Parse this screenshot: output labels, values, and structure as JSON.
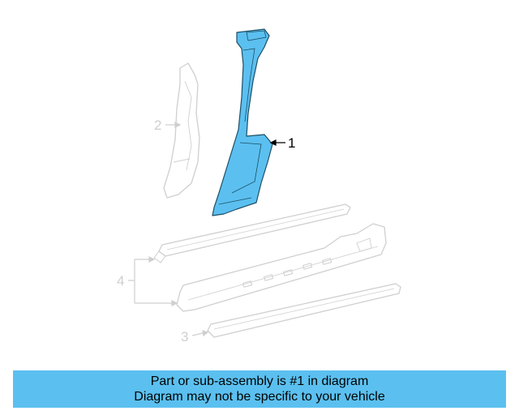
{
  "diagram": {
    "callouts": [
      {
        "id": "1",
        "label": "1"
      },
      {
        "id": "2",
        "label": "2"
      },
      {
        "id": "3",
        "label": "3"
      },
      {
        "id": "4",
        "label": "4"
      }
    ],
    "colors": {
      "highlight": "#5bc0f0",
      "highlight_stroke": "#1d4f66",
      "ghost_stroke": "#cfcfcf"
    }
  },
  "banner": {
    "line1": "Part or sub-assembly is #1 in diagram",
    "line2": "Diagram may not be specific to your vehicle"
  }
}
